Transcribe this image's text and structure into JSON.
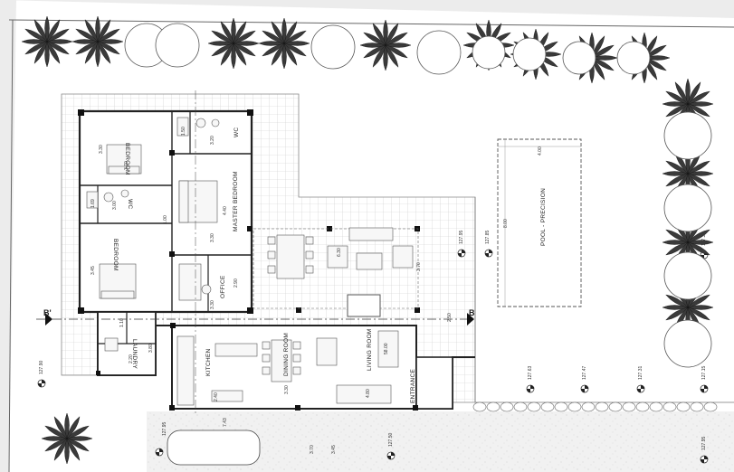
{
  "rooms": {
    "bedroom_1": "BEDROOM",
    "bedroom_2": "BEDROOM",
    "master_bedroom": "MASTER BEDROOM",
    "wc_1": "WC",
    "wc_2": "WC",
    "office": "OFFICE",
    "laundry": "LAUNDRY",
    "kitchen": "KITCHEN",
    "dining_room": "DINING ROOM",
    "living_room": "LIVING ROOM",
    "entrance": "ENTRANCE",
    "pool": "POOL - PRECISION"
  },
  "section_markers": {
    "left": "B'",
    "right": "B"
  },
  "dimensions": {
    "d1": "3.30",
    "d2": "3.70",
    "d3": "1.50",
    "d4": "3.20",
    "d5": "1.69",
    "d6": "3.00",
    "d7": "1.00",
    "d8": "4.40",
    "d9": "3.30",
    "d10": "3.45",
    "d11": "2.90",
    "d12": "3.30",
    "d13": "3.80",
    "d14": "6.30",
    "d15": "3.70",
    "d16": "2.50",
    "d17": "1.10",
    "d18": "2.20",
    "d19": "58.00",
    "d20": "4.80",
    "d21": "4.00",
    "d22": "8.00",
    "d23": "2.40",
    "d24": "7.43",
    "d25": "3.70",
    "d26": "3.45",
    "d27": "3.30"
  },
  "levels": {
    "l1": "127.95",
    "l2": "127.85",
    "l3": "127.30",
    "l4": "127.90",
    "l5": "127.63",
    "l6": "127.47",
    "l7": "127.31",
    "l8": "127.15",
    "l9": "127.95",
    "l10": "127.50",
    "l11": "127.95"
  }
}
